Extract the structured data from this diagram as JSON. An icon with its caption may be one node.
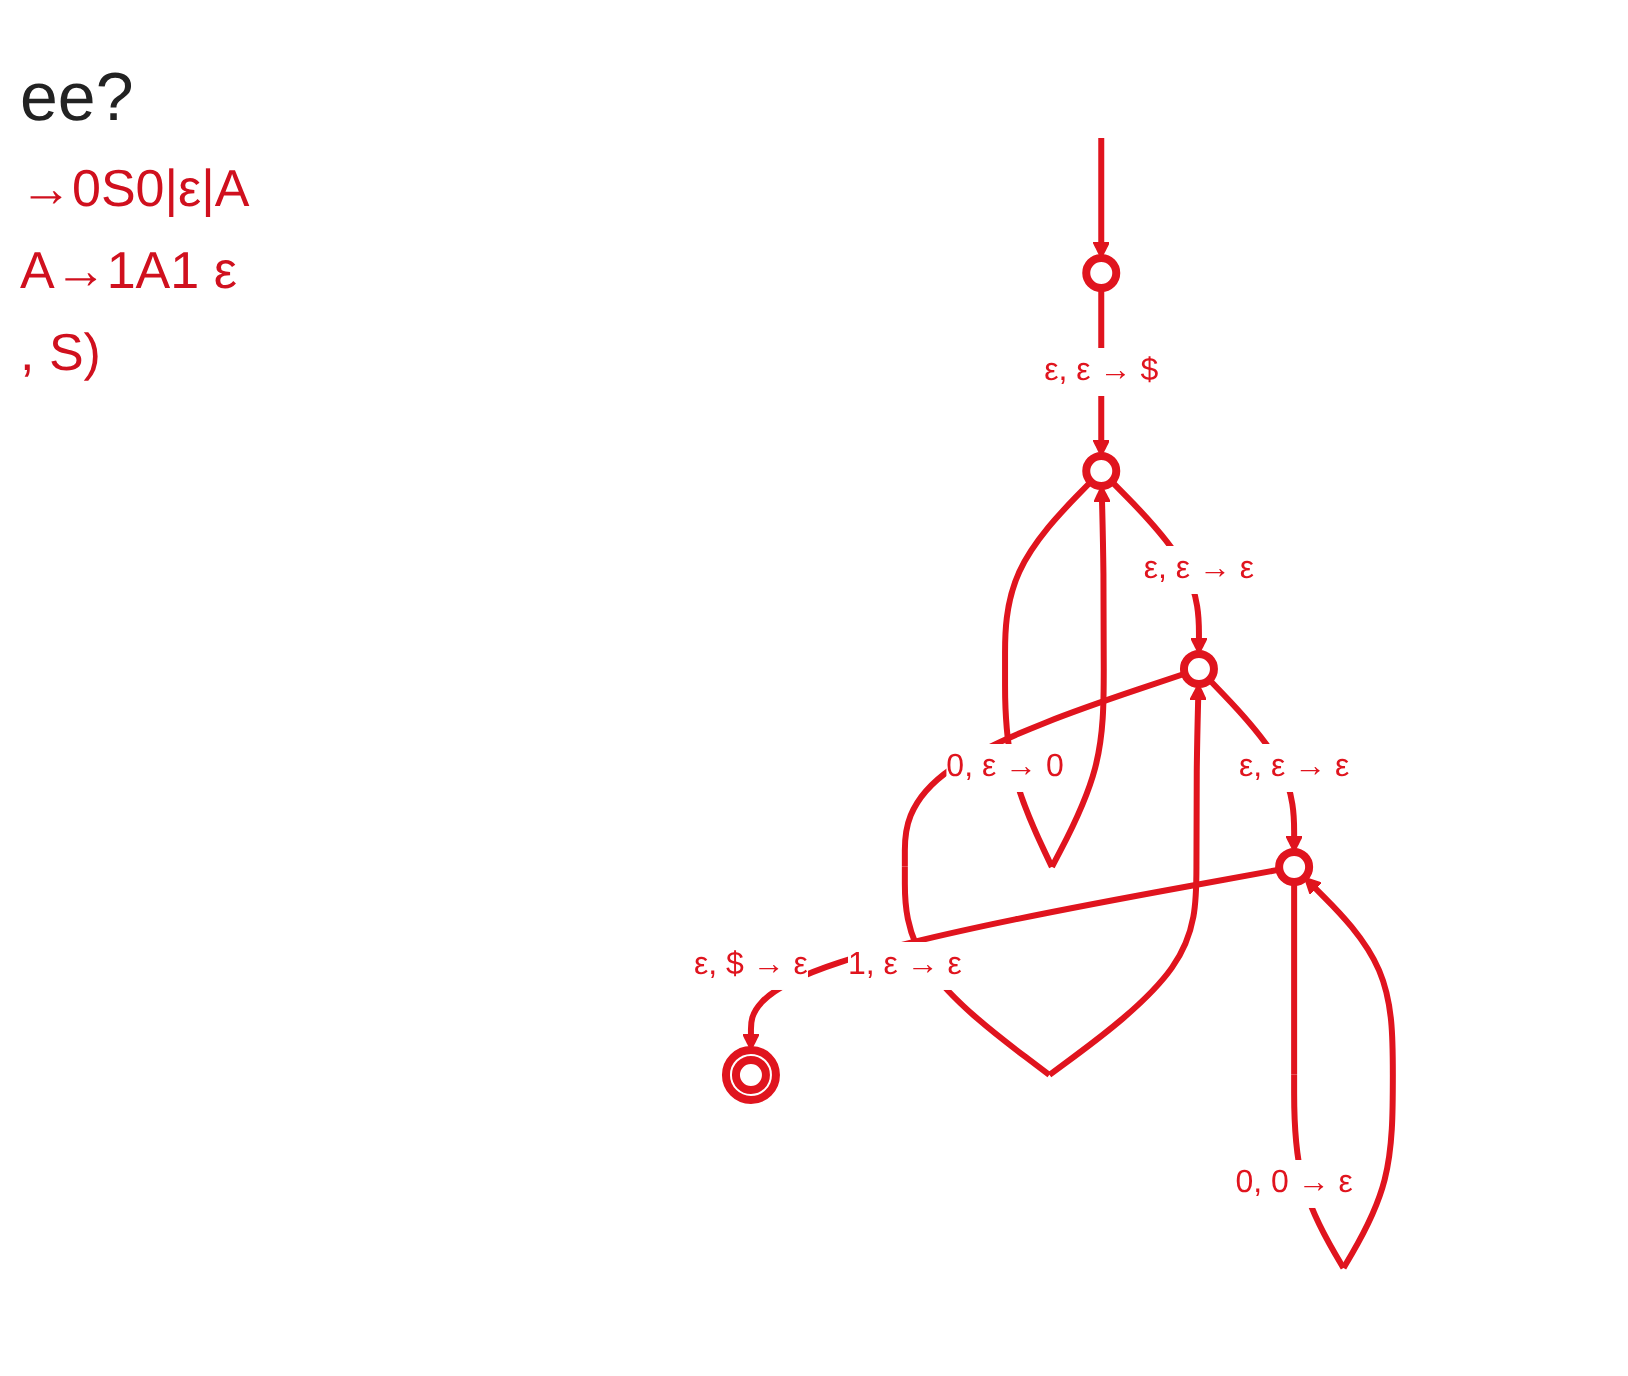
{
  "diagram": {
    "nodes": [
      {
        "text": [],
        "shape": "circle"
      },
      {
        "text": [],
        "shape": "circle"
      },
      {
        "text": [],
        "shape": "circle"
      },
      {
        "text": [],
        "shape": "circle"
      },
      {
        "text": [],
        "shape": "circle"
      }
    ],
    "edges": [
      {
        "from": null,
        "to": 0,
        "arrow": "to"
      },
      {
        "from": 0,
        "to": 1,
        "arrow": "to",
        "label": "ε, ε → $"
      },
      {
        "from": 1,
        "to": 1,
        "arrow": "to",
        "label": "0, ε → 0"
      },
      {
        "from": 1,
        "to": 2,
        "arrow": "to",
        "label": "ε, ε → ε"
      },
      {
        "from": 2,
        "to": 2,
        "arrow": "to",
        "label": "1, ε → ε"
      },
      {
        "from": 2,
        "to": 3,
        "arrow": "to",
        "label": "ε, ε → ε"
      },
      {
        "from": 3,
        "to": 3,
        "arrow": "to",
        "label": "0, 0 → ε"
      },
      {
        "from": 3,
        "to": 4,
        "arrow": "to",
        "label": "ε, $ → ε"
      }
    ],
    "labels": [
      "ee?",
      "→0S0|ε|A",
      "A→1A1 ε",
      ", S)"
    ]
  }
}
